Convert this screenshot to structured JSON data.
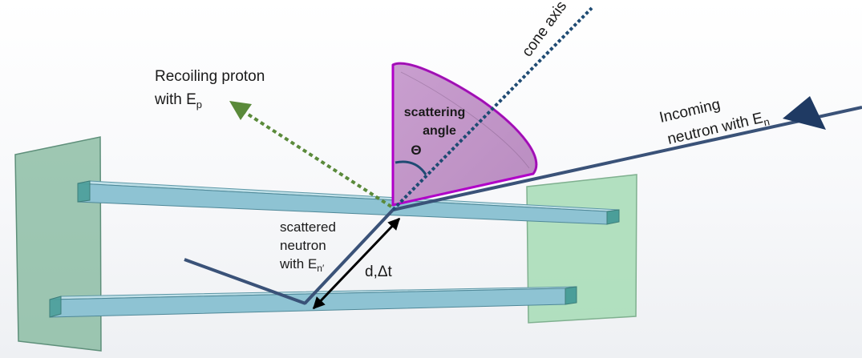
{
  "labels": {
    "recoil_line1": "Recoiling proton",
    "recoil_line2": "with E",
    "recoil_sub": "p",
    "cone_axis": "cone axis",
    "scattering_line1": "scattering",
    "scattering_line2": "angle",
    "theta": "Θ",
    "incoming_line1": "Incoming",
    "incoming_line2": "neutron with E",
    "incoming_sub": "n",
    "scattered_line1": "scattered",
    "scattered_line2": "neutron",
    "scattered_line3": "with E",
    "scattered_sub": "n′",
    "distance": "d,Δt"
  },
  "colors": {
    "detector_plane_left": "#7fb59a",
    "detector_plane_right": "#a6dcb5",
    "bar_fill": "#8ec3d3",
    "bar_end": "#4b9e99",
    "neutron_line": "#3a5278",
    "incoming_arrow": "#1f3a63",
    "proton_arrow": "#5a8a3a",
    "cone_axis": "#1f4b73",
    "cone_fill": "#c99fcf",
    "cone_outline": "#b000c8",
    "distance_arrow": "#000000"
  }
}
